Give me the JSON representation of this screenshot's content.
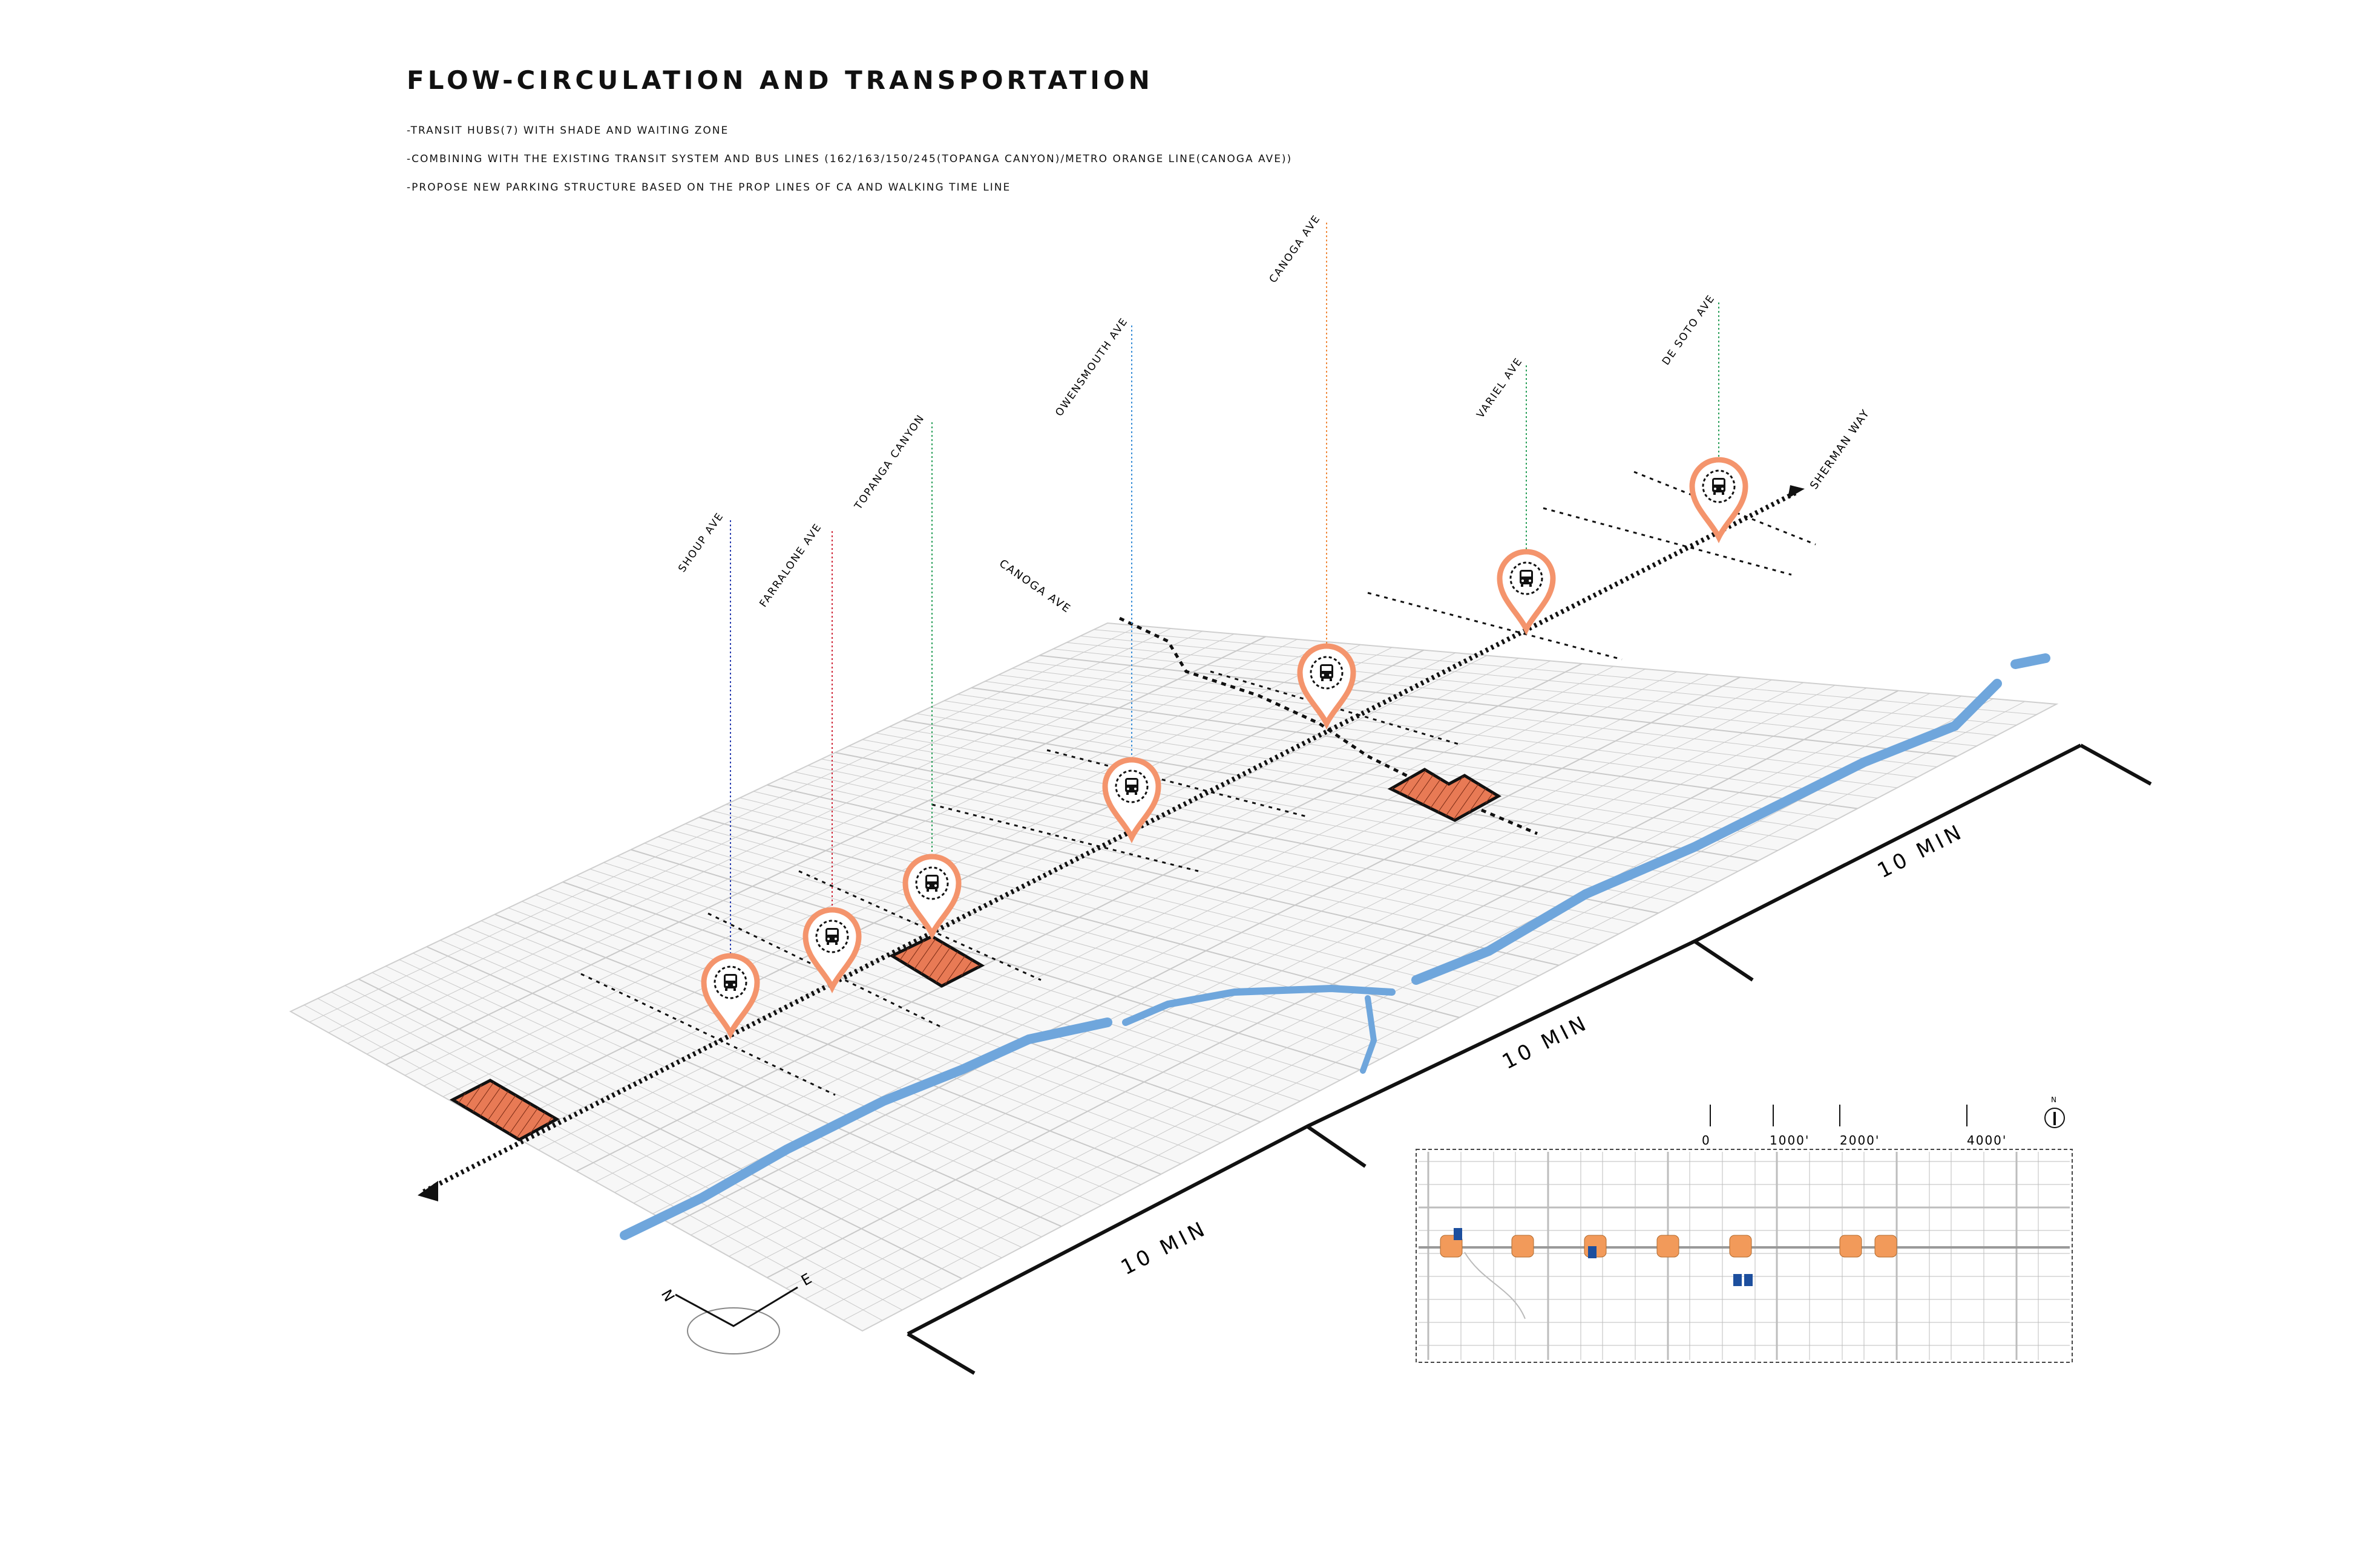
{
  "title": "FLOW-CIRCULATION AND TRANSPORTATION",
  "notes": [
    "-TRANSIT HUBS(7) WITH SHADE AND WAITING ZONE",
    "-COMBINING WITH THE EXISTING TRANSIT SYSTEM AND BUS LINES (162/163/150/245(TOPANGA CANYON)/METRO ORANGE LINE(CANOGA AVE))",
    "-PROPOSE NEW PARKING STRUCTURE BASED ON THE PROP LINES OF CA AND WALKING TIME LINE"
  ],
  "streets": [
    {
      "label": "SHOUP AVE",
      "color": "#2b3fb0"
    },
    {
      "label": "FARRALONE AVE",
      "color": "#d0283a"
    },
    {
      "label": "TOPANGA CANYON",
      "color": "#2aa05a"
    },
    {
      "label": "OWENSMOUTH AVE",
      "color": "#3a8fd8"
    },
    {
      "label": "CANOGA AVE",
      "color": "#f08a3c"
    },
    {
      "label": "VARIEL AVE",
      "color": "#2aa05a"
    },
    {
      "label": "DE SOTO AVE",
      "color": "#2aa05a"
    }
  ],
  "labels": {
    "sherman_way": "SHERMAN WAY",
    "canoga_route": "CANOGA AVE",
    "north": "N",
    "east": "E",
    "inset_north": "N"
  },
  "walk_times": [
    "10 MIN",
    "10 MIN",
    "10 MIN"
  ],
  "scale_bar": [
    "0",
    "1000'",
    "2000'",
    "4000'"
  ],
  "colors": {
    "hub": "#f4946c",
    "parking_fill": "#e87a55",
    "river": "#6fa6dc",
    "inset_hub": "#f29a5a",
    "inset_parking": "#1d4f9e"
  },
  "icons": {
    "hub": "bus-icon",
    "marker": "map-pin-icon"
  }
}
